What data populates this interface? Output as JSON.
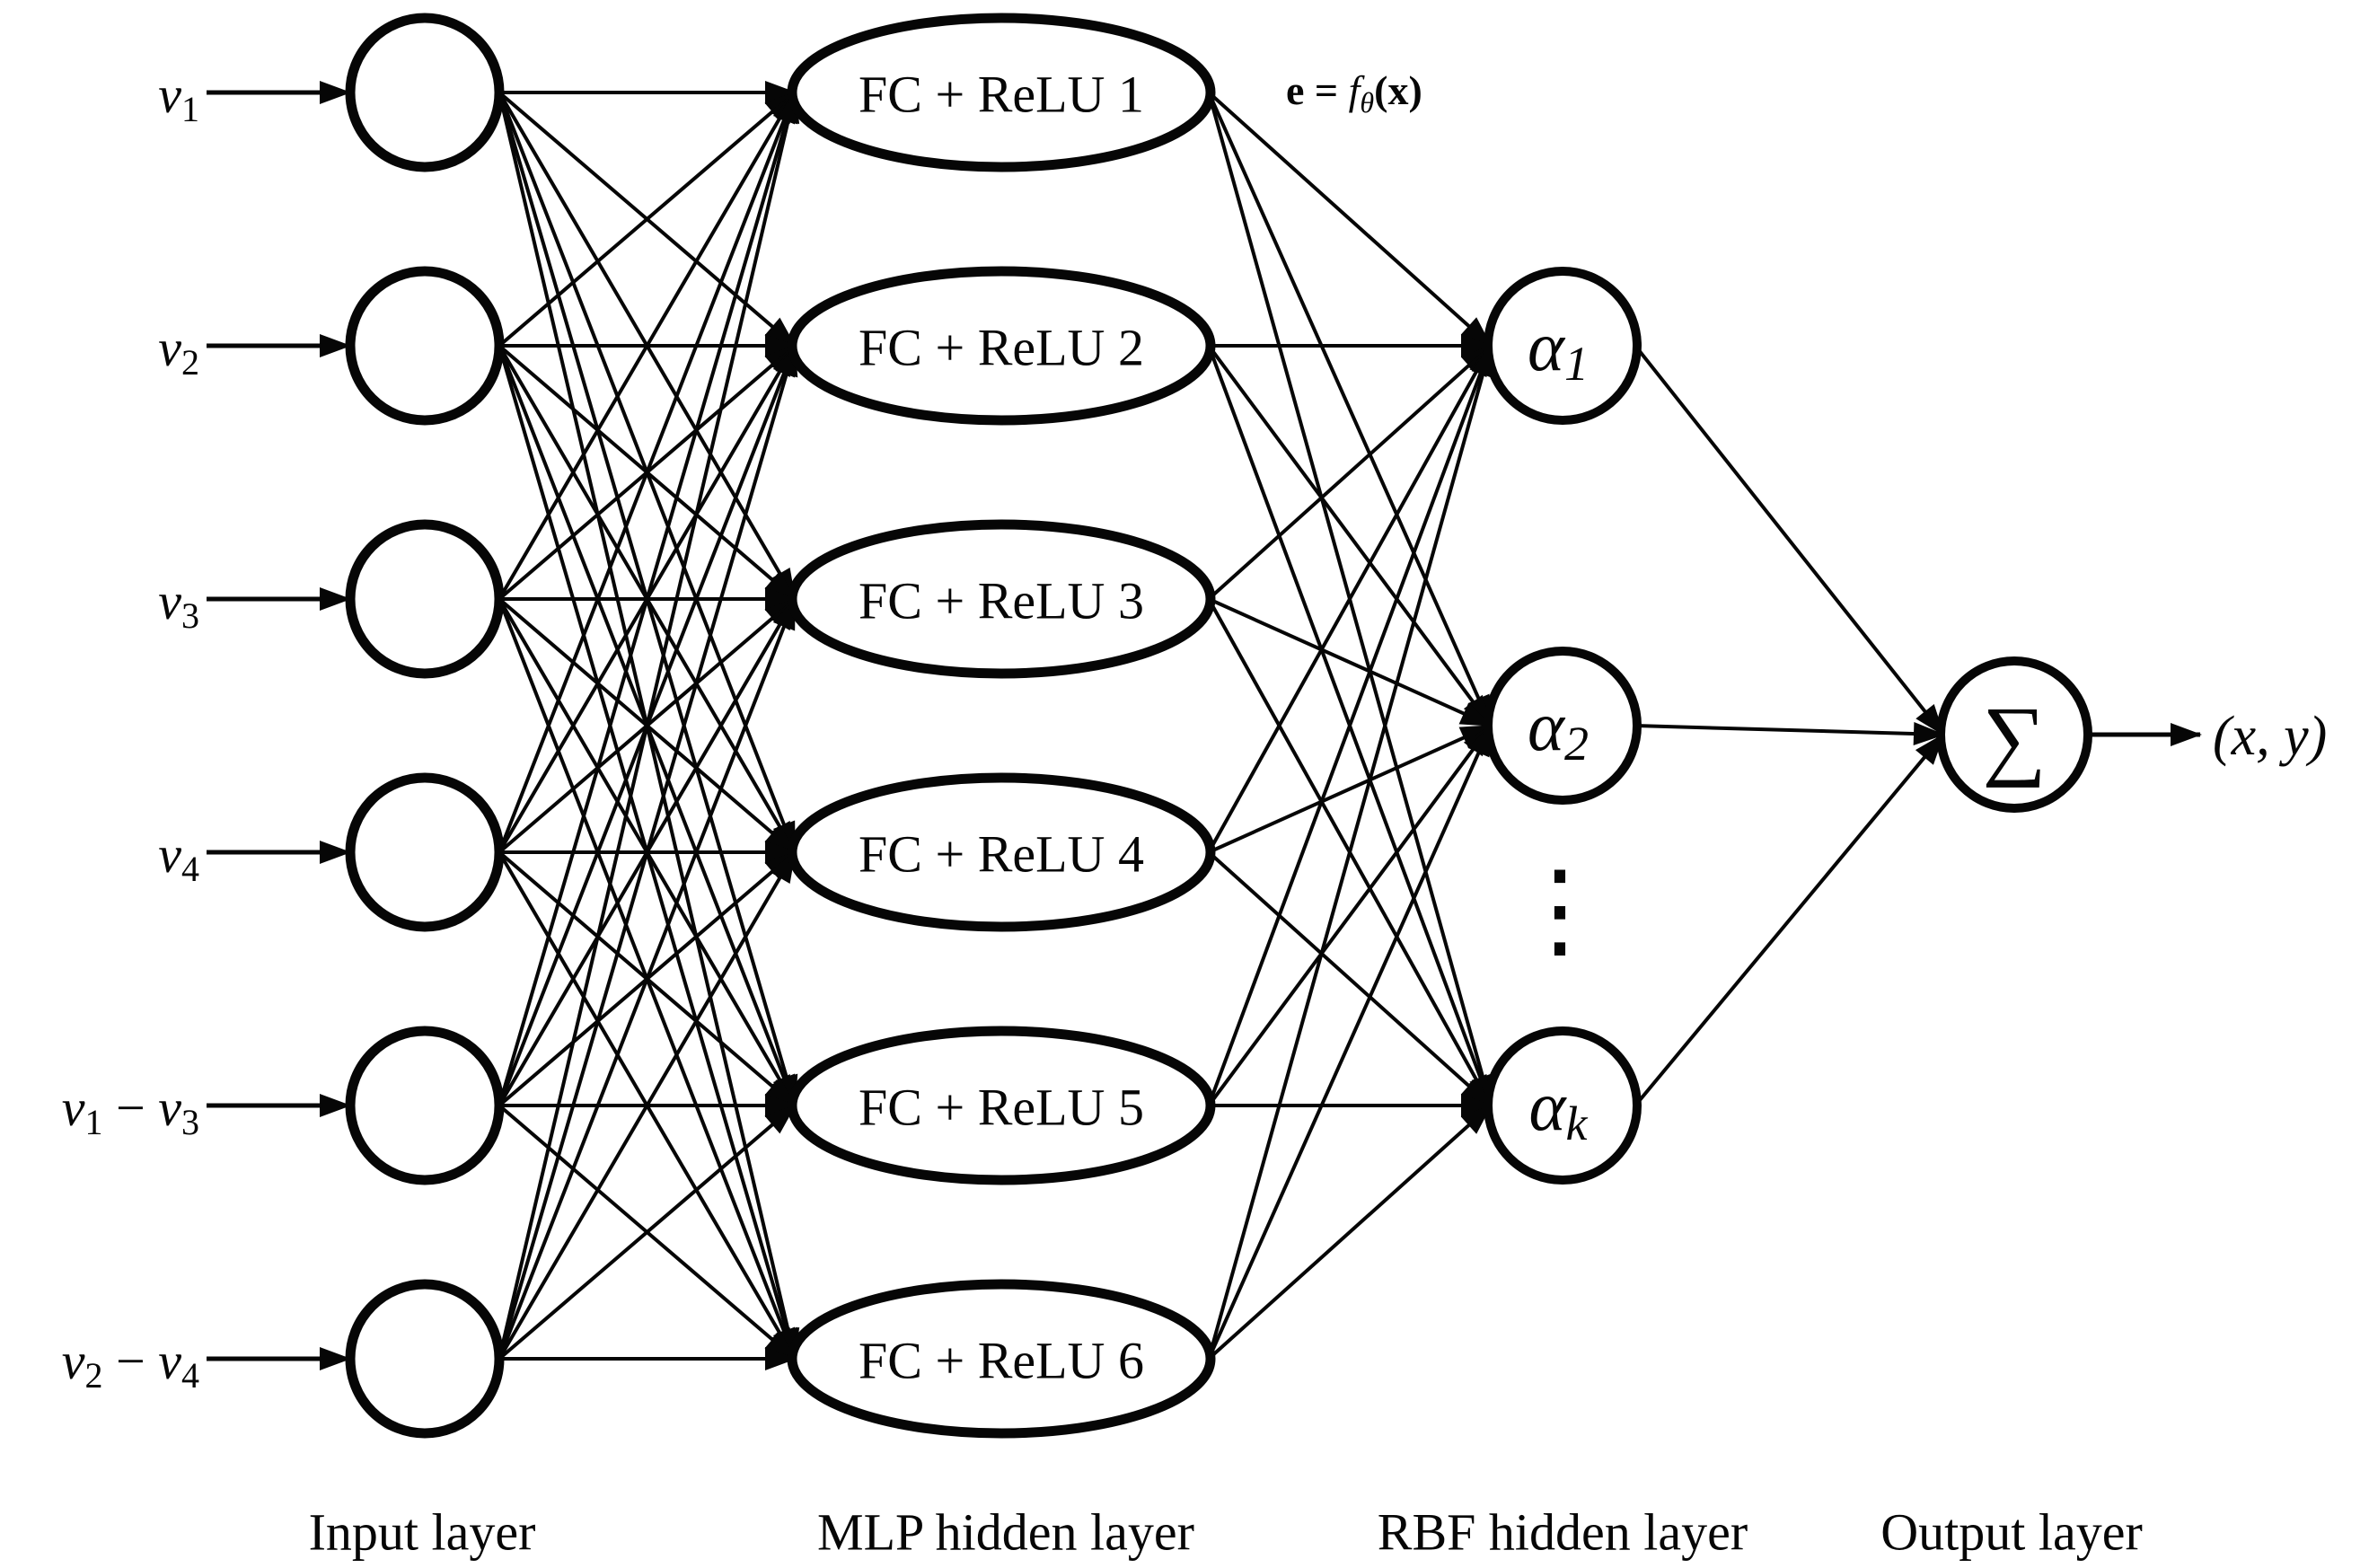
{
  "annotation": {
    "lhs": "e",
    "eq": " = ",
    "func": "f",
    "sub": "θ",
    "arg": "(x)"
  },
  "layers": {
    "input": {
      "caption": "Input layer",
      "nodes": [
        {
          "base": "v",
          "sub": "1",
          "minus": "",
          "base2": "",
          "sub2": ""
        },
        {
          "base": "v",
          "sub": "2",
          "minus": "",
          "base2": "",
          "sub2": ""
        },
        {
          "base": "v",
          "sub": "3",
          "minus": "",
          "base2": "",
          "sub2": ""
        },
        {
          "base": "v",
          "sub": "4",
          "minus": "",
          "base2": "",
          "sub2": ""
        },
        {
          "base": "v",
          "sub": "1",
          "minus": " − ",
          "base2": "v",
          "sub2": "3"
        },
        {
          "base": "v",
          "sub": "2",
          "minus": " − ",
          "base2": "v",
          "sub2": "4"
        }
      ]
    },
    "mlp": {
      "caption": "MLP hidden layer",
      "nodes": [
        {
          "label": "FC + ReLU 1"
        },
        {
          "label": "FC + ReLU 2"
        },
        {
          "label": "FC + ReLU 3"
        },
        {
          "label": "FC + ReLU 4"
        },
        {
          "label": "FC + ReLU 5"
        },
        {
          "label": "FC + ReLU 6"
        }
      ]
    },
    "rbf": {
      "caption": "RBF hidden layer",
      "ellipsis": "⋮",
      "nodes": [
        {
          "base": "α",
          "sub": "1"
        },
        {
          "base": "α",
          "sub": "2"
        },
        {
          "base": "α",
          "sub": "k"
        }
      ]
    },
    "output": {
      "caption": "Output layer",
      "symbol": "∑",
      "result": "(x, y)"
    }
  }
}
